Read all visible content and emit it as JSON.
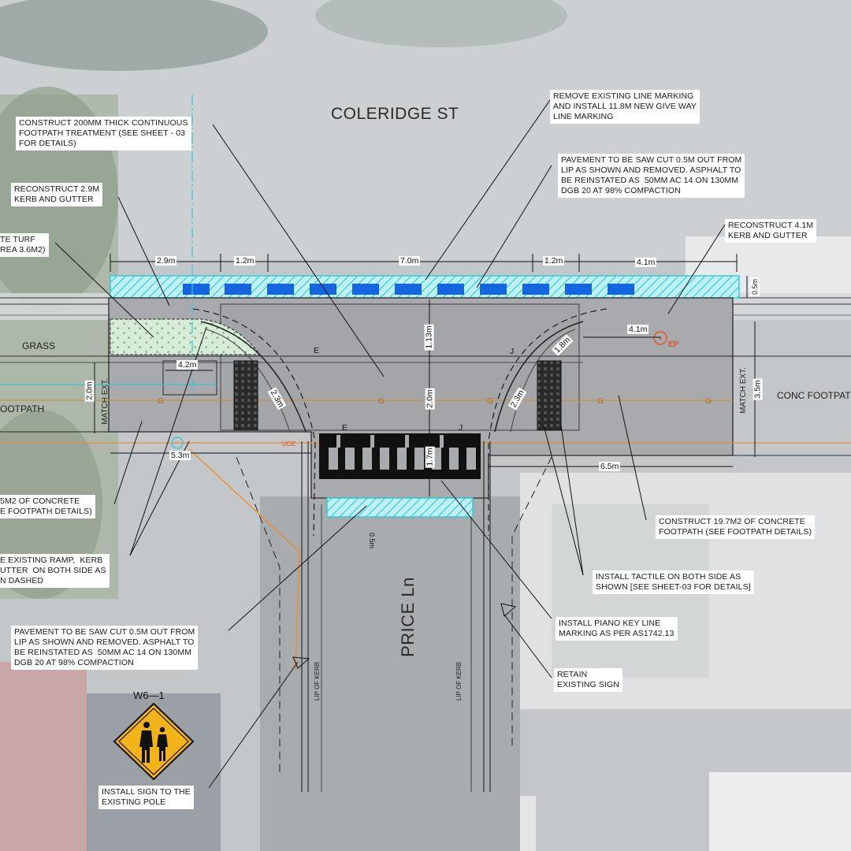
{
  "streets": {
    "top": "COLERIDGE ST",
    "bottom": "PRICE Ln"
  },
  "area_labels": {
    "grass": "GRASS",
    "footpath_left": "OOTPATH",
    "footpath_right": "CONC FOOTPATH",
    "match_ext_left": "MATCH EXT.",
    "match_ext_right": "MATCH EXT.",
    "ep": "EP"
  },
  "lane_labels": {
    "lip_left": "LIP   OF   KERB",
    "lip_right": "LIP   OF   KERB"
  },
  "dimensions": {
    "top_left_2_9": "2.9m",
    "top_1_2_left": "1.2m",
    "top_7_0": "7.0m",
    "top_1_2_right": "1.2m",
    "top_4_1": "4.1m",
    "right_0_5": "0.5m",
    "right_4_1": "4.1m",
    "right_1_8": "1.8m",
    "right_2_3": "2.3m",
    "right_3_5": "3.5m",
    "right_6_5": "6.5m",
    "center_1_13": "1.13m",
    "center_2_0": "2.0m",
    "center_1_7": "1.7m",
    "bottom_0_5": "0.5m",
    "left_4_2": "4.2m",
    "left_2_0": "2.0m",
    "left_2_3": "2.3m",
    "left_5_3": "5.3m"
  },
  "line_letters": {
    "e1": "E",
    "e2": "E",
    "j1": "J",
    "j2": "J",
    "g1": "G",
    "g2": "G",
    "g3": "G",
    "g4": "G",
    "g5": "G",
    "uge": "UGE"
  },
  "notes": {
    "n1": "CONSTRUCT 200mm THICK CONTINUOUS\nFOOTPATH TREATMENT (SEE SHEET - 03\nFOR DETAILS)",
    "n2": "RECONSTRUCT 2.9m\nKERB AND GUTTER",
    "n3": "TE TURF\nREA 3.6m2)",
    "n4": "REMOVE EXISTING LINE MARKING\nAND INSTALL 11.8m NEW GIVE WAY\nLINE MARKING",
    "n5": "PAVEMENT TO BE SAW CUT 0.5m OUT FROM\nLIP AS SHOWN AND REMOVED. ASPHALT TO\nBE REINSTATED AS  50mm AC 14 ON 130mm\nDGB 20 AT 98% COMPACTION",
    "n6": "RECONSTRUCT 4.1m\nKERB AND GUTTER",
    "n7": "5m2 OF CONCRETE\nE FOOTPATH DETAILS)",
    "n8": "E EXISTING RAMP,  KERB\nUTTER  ON BOTH SIDE AS\nN DASHED",
    "n9": "CONSTRUCT 19.7m2 OF CONCRETE\nFOOTPATH (SEE FOOTPATH DETAILS)",
    "n10": "INSTALL TACTILE ON BOTH SIDE AS\nSHOWN [SEE SHEET-03 FOR DETAILS]",
    "n11": "PAVEMENT TO BE SAW CUT 0.5m OUT FROM\nLIP AS SHOWN AND REMOVED. ASPHALT TO\nBE REINSTATED AS  50mm AC 14 ON 130mm\nDGB 20 AT 98% COMPACTION",
    "n12": "INSTALL PIANO KEY LINE\nMARKING AS PER AS1742.13",
    "n13": "RETAIN\nEXISTING SIGN",
    "n14": "INSTALL SIGN TO THE\nEXISTING POLE"
  },
  "sign": {
    "code": "W6—1",
    "icon": "pedestrians-warning-icon"
  },
  "colors": {
    "paving": "#a9aaad",
    "give_way_blue": "#1565e0",
    "hatch_cyan": "#2ec8d8",
    "turf_green": "#5aa05a",
    "services_orange": "#f08a2a",
    "sign_yellow": "#f2b418"
  }
}
